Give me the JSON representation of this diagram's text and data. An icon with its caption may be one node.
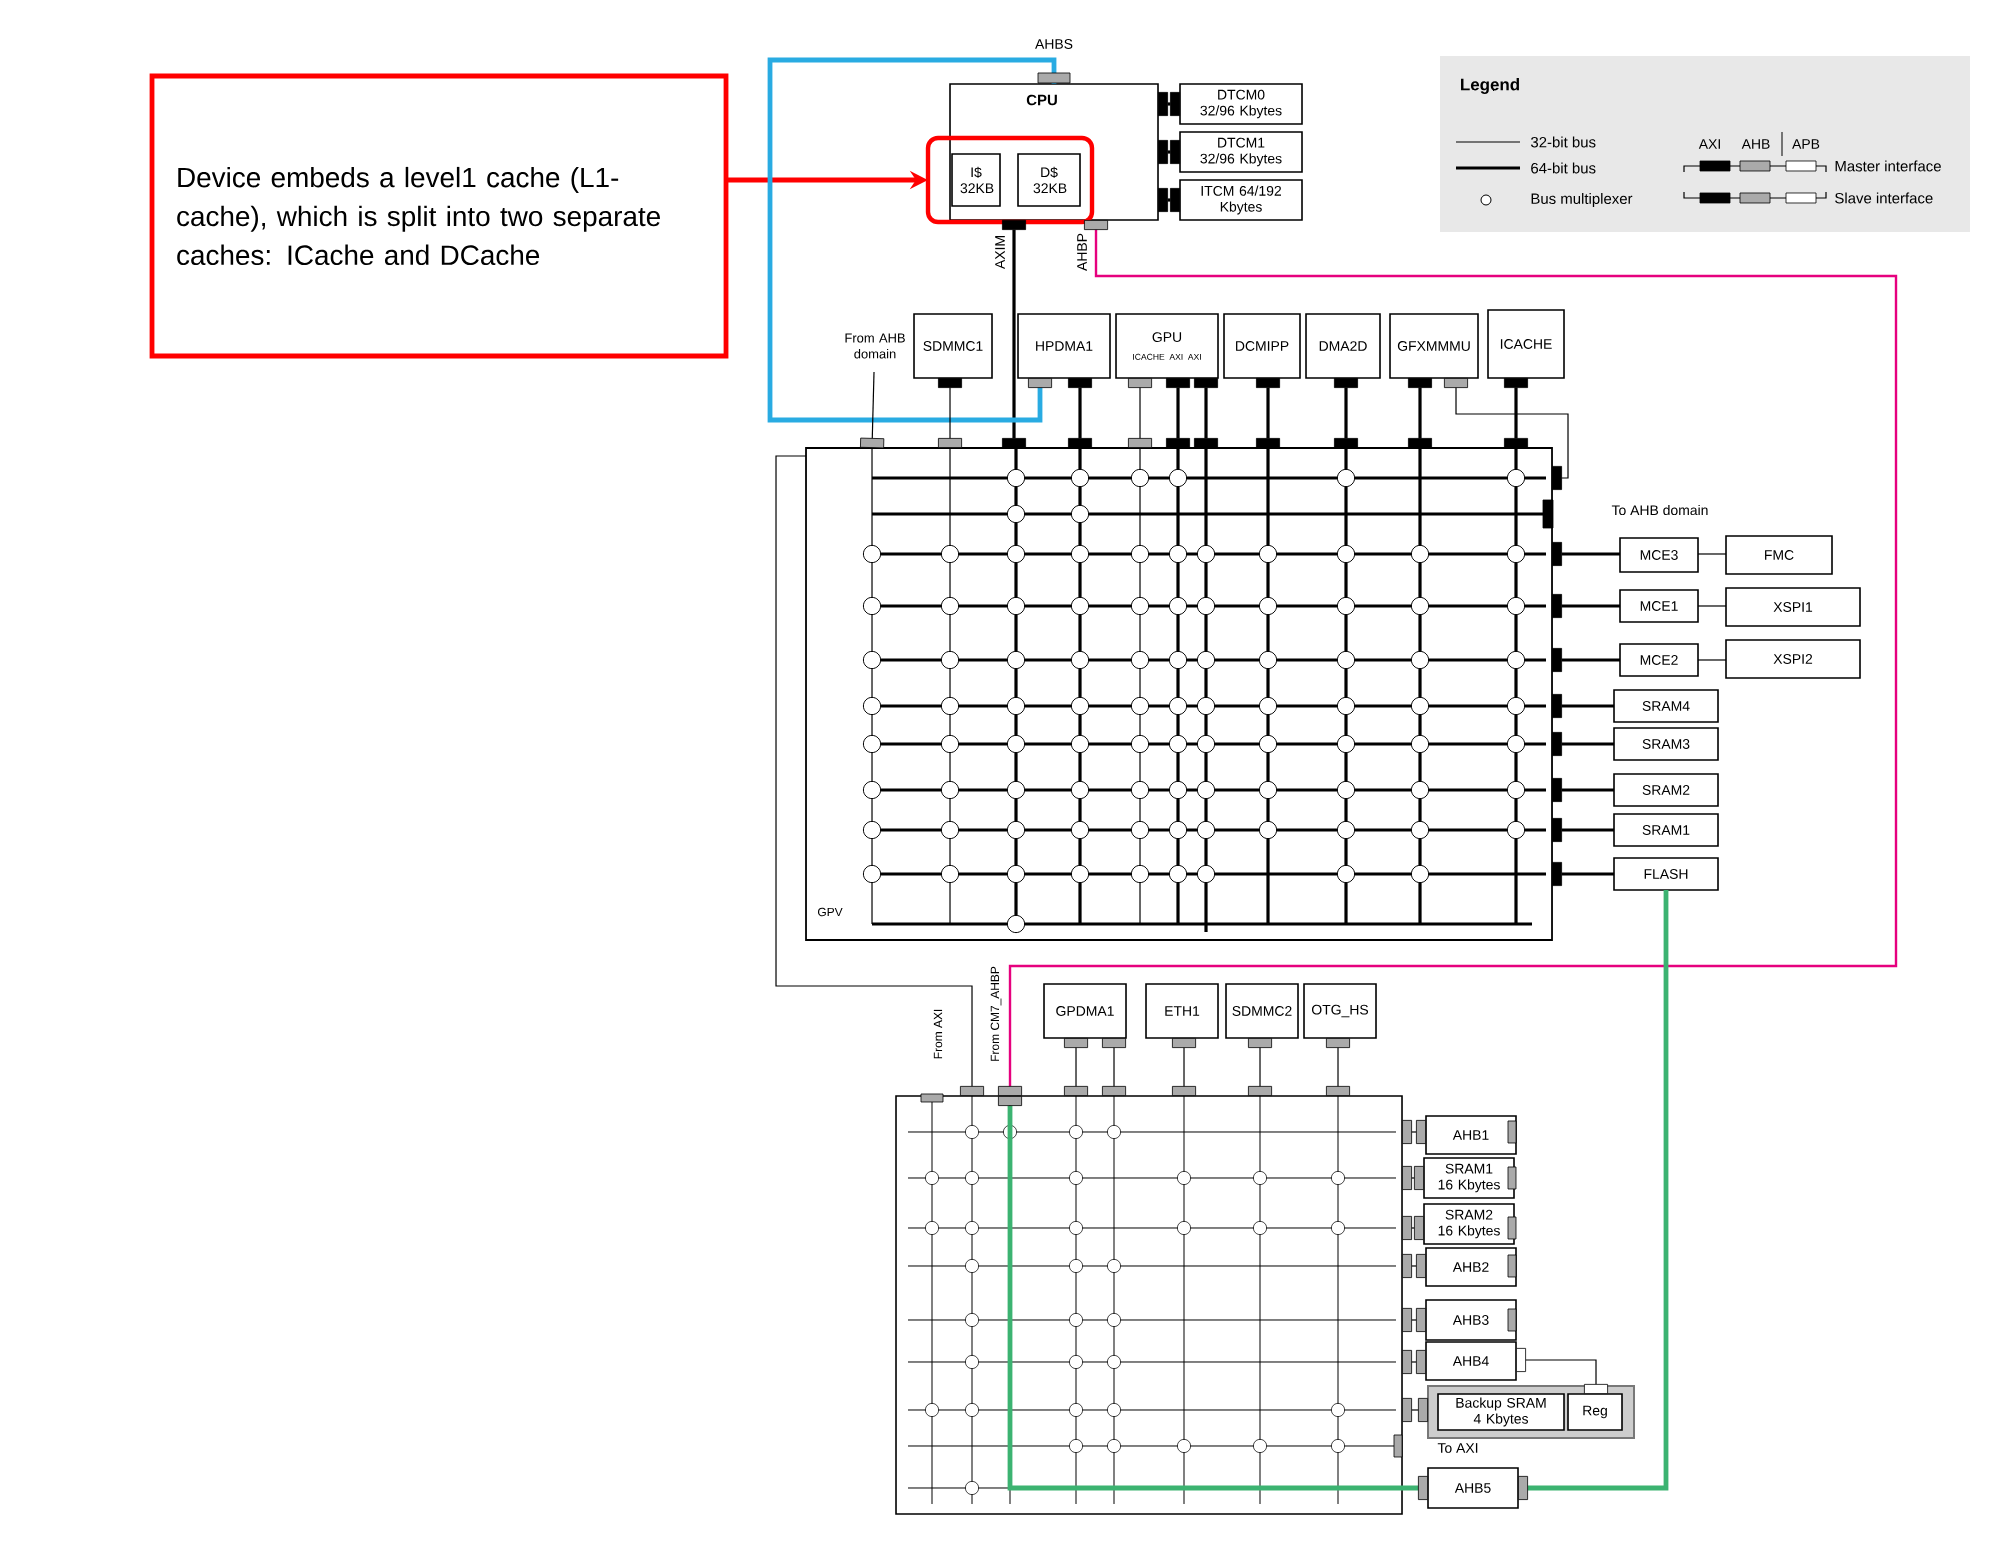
{
  "diagram": {
    "nodes": [
      {
        "text": [
          "Device embeds a level1 cache (L1-cache), which is split into two separate caches: ICache and DCache"
        ]
      },
      {
        "text": [
          "CPU"
        ]
      },
      {
        "text": [
          "I$ 32KB"
        ],
        "in": 4
      },
      {
        "text": [
          "D$ 32KB"
        ],
        "in": 4
      },
      {
        "text": [],
        "shape": "box"
      },
      {
        "text": [
          "DTCM0 32/96 Kbytes"
        ]
      },
      {
        "text": [
          "DTCM1 32/96 Kbytes"
        ]
      },
      {
        "text": [
          "ITCM 64/192 Kbytes"
        ]
      },
      {
        "text": [
          "From AHB domain"
        ]
      },
      {
        "text": [
          "SDMMC1"
        ]
      },
      {
        "text": [
          "HPDMA1"
        ]
      },
      {
        "text": [
          "GPU",
          "ICACHE",
          "AXI",
          "AXI"
        ]
      },
      {
        "text": [
          "DCMIPP"
        ]
      },
      {
        "text": [
          "DMA2D"
        ]
      },
      {
        "text": [
          "GFXMMMU"
        ]
      },
      {
        "text": [
          "ICACHE"
        ]
      },
      {
        "text": [
          "GPV"
        ]
      },
      {
        "text": [
          "MCE3"
        ]
      },
      {
        "text": [
          "FMC"
        ]
      },
      {
        "text": [
          "MCE1"
        ]
      },
      {
        "text": [
          "XSPI1"
        ]
      },
      {
        "text": [
          "MCE2"
        ]
      },
      {
        "text": [
          "XSPI2"
        ]
      },
      {
        "text": [
          "SRAM4"
        ]
      },
      {
        "text": [
          "SRAM3"
        ]
      },
      {
        "text": [
          "SRAM2"
        ]
      },
      {
        "text": [
          "SRAM1"
        ]
      },
      {
        "text": [
          "FLASH"
        ]
      },
      {
        "text": [
          "GPDMA1"
        ]
      },
      {
        "text": [
          "ETH1"
        ]
      },
      {
        "text": [
          "SDMMC2"
        ]
      },
      {
        "text": [
          "OTG_HS"
        ]
      },
      {
        "text": [],
        "shape": "box"
      },
      {
        "text": [
          "AHB1"
        ]
      },
      {
        "text": [
          "SRAM1 16 Kbytes"
        ]
      },
      {
        "text": [
          "SRAM2 16 Kbytes"
        ]
      },
      {
        "text": [
          "AHB2"
        ]
      },
      {
        "text": [
          "AHB3"
        ]
      },
      {
        "text": [
          "AHB4"
        ]
      },
      {
        "text": [],
        "shape": "box"
      },
      {
        "text": [
          "Backup SRAM 4 Kbytes"
        ],
        "in": 39
      },
      {
        "text": [
          "Reg"
        ],
        "in": 39
      },
      {
        "text": [
          "AHB5"
        ]
      }
    ],
    "edges": [
      {
        "from": 0,
        "to": 4,
        "arrow": "to",
        "color": "#ff0000"
      },
      {
        "from": 1,
        "to": 5,
        "arrow": "other"
      },
      {
        "from": 1,
        "to": 6,
        "arrow": "other"
      },
      {
        "from": 1,
        "to": 7,
        "arrow": "other"
      },
      {
        "from": 1,
        "to": 16,
        "arrow": "other"
      },
      {
        "from": 1,
        "to": 10,
        "arrow": "other",
        "color": "#29abe2"
      },
      {
        "from": 1,
        "to": 32,
        "arrow": "other",
        "color": "#e6007e"
      },
      {
        "from": 8,
        "to": 16,
        "arrow": "other"
      },
      {
        "from": 9,
        "to": 16,
        "arrow": "other"
      },
      {
        "from": 10,
        "to": 16,
        "arrow": "other"
      },
      {
        "from": 11,
        "to": 16,
        "arrow": "other"
      },
      {
        "from": 11,
        "to": 16,
        "arrow": "other"
      },
      {
        "from": 11,
        "to": 16,
        "arrow": "other"
      },
      {
        "from": 12,
        "to": 16,
        "arrow": "other"
      },
      {
        "from": 13,
        "to": 16,
        "arrow": "other"
      },
      {
        "from": 14,
        "to": 16,
        "arrow": "other"
      },
      {
        "from": 14,
        "to": 16,
        "arrow": "other"
      },
      {
        "from": 15,
        "to": 16,
        "arrow": "other"
      },
      {
        "from": 16,
        "to": 17,
        "arrow": "other"
      },
      {
        "from": 16,
        "to": 19,
        "arrow": "other"
      },
      {
        "from": 16,
        "to": 21,
        "arrow": "other"
      },
      {
        "from": 16,
        "to": 23,
        "arrow": "other"
      },
      {
        "from": 16,
        "to": 24,
        "arrow": "other"
      },
      {
        "from": 16,
        "to": 25,
        "arrow": "other"
      },
      {
        "from": 16,
        "to": 26,
        "arrow": "other"
      },
      {
        "from": 16,
        "to": 27,
        "arrow": "other"
      },
      {
        "from": 17,
        "to": 18,
        "arrow": "none"
      },
      {
        "from": 19,
        "to": 20,
        "arrow": "none"
      },
      {
        "from": 21,
        "to": 22,
        "arrow": "none"
      },
      {
        "from": 27,
        "to": 42,
        "arrow": "other",
        "color": "#3cb371"
      },
      {
        "from": 32,
        "to": 42,
        "arrow": "other",
        "color": "#3cb371"
      },
      {
        "from": 16,
        "to": 32,
        "arrow": "other"
      },
      {
        "from": 28,
        "to": 32,
        "arrow": "other"
      },
      {
        "from": 28,
        "to": 32,
        "arrow": "other"
      },
      {
        "from": 29,
        "to": 32,
        "arrow": "other"
      },
      {
        "from": 30,
        "to": 32,
        "arrow": "other"
      },
      {
        "from": 31,
        "to": 32,
        "arrow": "other"
      },
      {
        "from": 32,
        "to": 33,
        "arrow": "other"
      },
      {
        "from": 32,
        "to": 34,
        "arrow": "other"
      },
      {
        "from": 32,
        "to": 35,
        "arrow": "other"
      },
      {
        "from": 32,
        "to": 36,
        "arrow": "other"
      },
      {
        "from": 32,
        "to": 37,
        "arrow": "other"
      },
      {
        "from": 32,
        "to": 38,
        "arrow": "other"
      },
      {
        "from": 32,
        "to": 39,
        "arrow": "other"
      },
      {
        "from": 38,
        "to": 41,
        "arrow": "other"
      }
    ],
    "labels": [
      "AHBS",
      "AXIM",
      "AHBP",
      "To AHB domain",
      "From AXI",
      "From CM7_AHBP",
      "To AXI",
      "Legend",
      "AXI",
      "AHB",
      "APB"
    ],
    "legend": [
      {
        "text": "32-bit bus"
      },
      {
        "text": "64-bit bus"
      },
      {
        "text": "Bus multiplexer"
      },
      {
        "text": "Master interface"
      },
      {
        "text": "Slave interface"
      }
    ]
  }
}
